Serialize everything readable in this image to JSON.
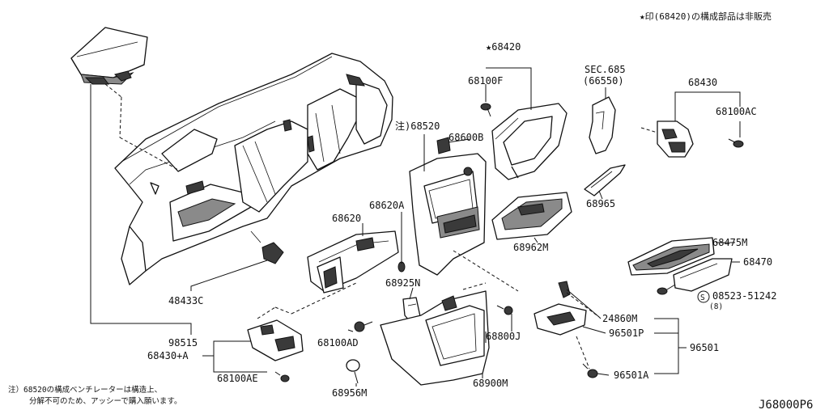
{
  "note_top": "★印(68420)の構成部品は非販売",
  "note_bottom": [
    "注）68520の構成ベンチレーターは構造上、",
    "分解不可のため、アッシーで購入願います。"
  ],
  "diagram_code": "J68000P6",
  "labels": {
    "p68420": "★68420",
    "p68100F": "68100F",
    "sec685": "SEC.685",
    "sec685_sub": "(66550)",
    "p68430": "68430",
    "p68100AC": "68100AC",
    "p68520": "注)68520",
    "p68600B": "68600B",
    "p68965": "68965",
    "p68620A": "68620A",
    "p68620": "68620",
    "p68962M": "68962M",
    "p68475M": "68475M",
    "p68470": "68470",
    "p08523": "08523-51242",
    "p08523_qty": "(8)",
    "p68925N": "68925N",
    "p48433C": "48433C",
    "p24860M": "24860M",
    "p96501P": "96501P",
    "p96501": "96501",
    "p96501A": "96501A",
    "p98515": "98515",
    "p68100AD": "68100AD",
    "p68800J": "68800J",
    "p68430A": "68430+A",
    "p68100AE": "68100AE",
    "p68956M": "68956M",
    "p68900M": "68900M"
  },
  "symbols": {
    "screw_prefix": "S"
  }
}
